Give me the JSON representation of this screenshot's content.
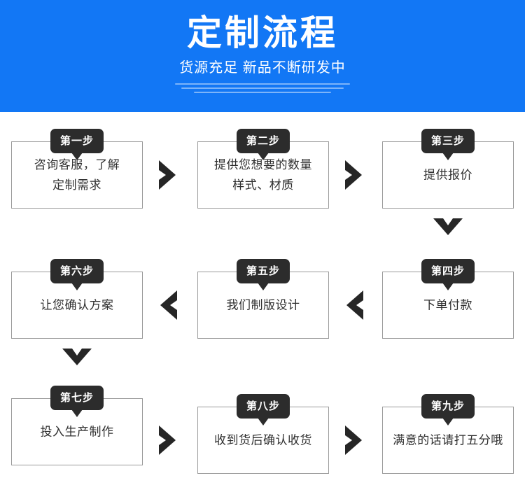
{
  "banner": {
    "title": "定制流程",
    "subtitle": "货源充足 新品不断研发中",
    "background_color": "#1277f5",
    "text_color": "#ffffff",
    "microtext_lines": [
      "",
      "",
      ""
    ]
  },
  "theme": {
    "badge_color": "#2c2c2c",
    "badge_text_color": "#ffffff",
    "box_border_color": "#9a9a9a",
    "body_text_color": "#2f2f2f",
    "arrow_color": "#262626",
    "page_background": "#ffffff"
  },
  "steps": [
    {
      "badge": "第一步",
      "text": "咨询客服，了解\n定制需求"
    },
    {
      "badge": "第二步",
      "text": "提供您想要的数量\n样式、材质"
    },
    {
      "badge": "第三步",
      "text": "提供报价"
    },
    {
      "badge": "第六步",
      "text": "让您确认方案"
    },
    {
      "badge": "第五步",
      "text": "我们制版设计"
    },
    {
      "badge": "第四步",
      "text": "下单付款"
    },
    {
      "badge": "第七步",
      "text": "投入生产制作"
    },
    {
      "badge": "第八步",
      "text": "收到货后确认收货"
    },
    {
      "badge": "第九步",
      "text": "满意的话请打五分哦"
    }
  ],
  "connectors": [
    {
      "name": "arrow-row1-step1-to-step2",
      "direction": "right"
    },
    {
      "name": "arrow-row1-step2-to-step3",
      "direction": "right"
    },
    {
      "name": "arrow-step3-to-step4",
      "direction": "down"
    },
    {
      "name": "arrow-row2-step4-to-step5",
      "direction": "left"
    },
    {
      "name": "arrow-row2-step5-to-step6",
      "direction": "left"
    },
    {
      "name": "arrow-step6-to-step7",
      "direction": "down"
    },
    {
      "name": "arrow-row3-step7-to-step8",
      "direction": "right"
    },
    {
      "name": "arrow-row3-step8-to-step9",
      "direction": "right"
    }
  ]
}
